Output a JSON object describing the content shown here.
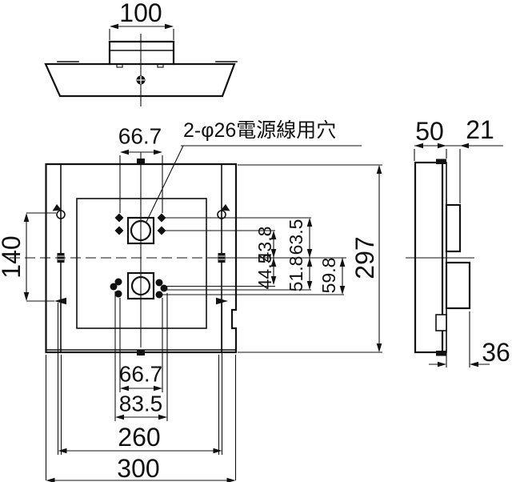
{
  "note": {
    "power_holes": "2-φ26電源線用穴"
  },
  "dims": {
    "top_view": {
      "box_width": "100"
    },
    "front_view": {
      "hole_pitch_x_top": "66.7",
      "clip_span": "140",
      "to_center_inner": "43.8",
      "to_center_outer": "63.5",
      "below_center_1": "44.5",
      "below_center_2": "51.8",
      "below_center_3": "59.8",
      "overall_height": "297",
      "bottom_pitch_1": "66.7",
      "bottom_pitch_2": "83.5",
      "inner_width": "260",
      "overall_width": "300"
    },
    "side_view": {
      "plate_depth": "50",
      "terminal_depth": "21",
      "lower_box_depth": "36"
    }
  }
}
